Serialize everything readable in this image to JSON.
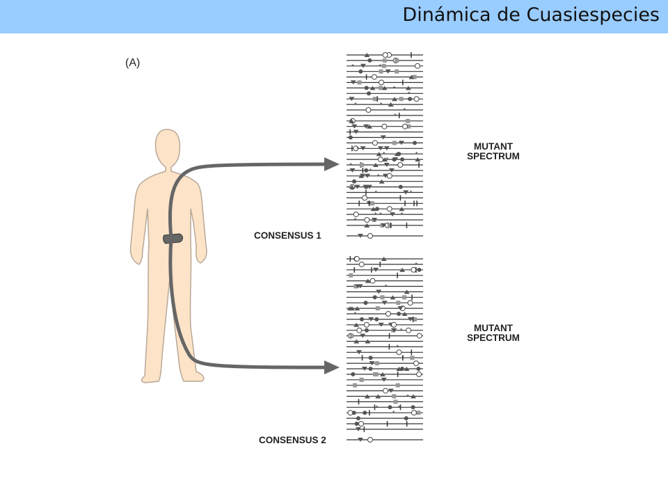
{
  "slide": {
    "title": "Dinámica de Cuasiespecies"
  },
  "figure": {
    "panel_label": "(A)",
    "mutant_spectrum_top": [
      "MUTANT",
      "SPECTRUM"
    ],
    "mutant_spectrum_bottom": [
      "MUTANT",
      "SPECTRUM"
    ],
    "consensus_1": "CONSENSUS 1",
    "consensus_2": "CONSENSUS 2"
  },
  "colors": {
    "title_bar": "#99ccff",
    "skin": "#fde3c8",
    "skin_outline": "#b8a898",
    "arrow": "#666666",
    "lines": "#333333",
    "markers": "#555555",
    "square_marker": "#999999"
  },
  "icons": [
    "human-figure-icon",
    "organ-icon",
    "arrow-icon"
  ]
}
